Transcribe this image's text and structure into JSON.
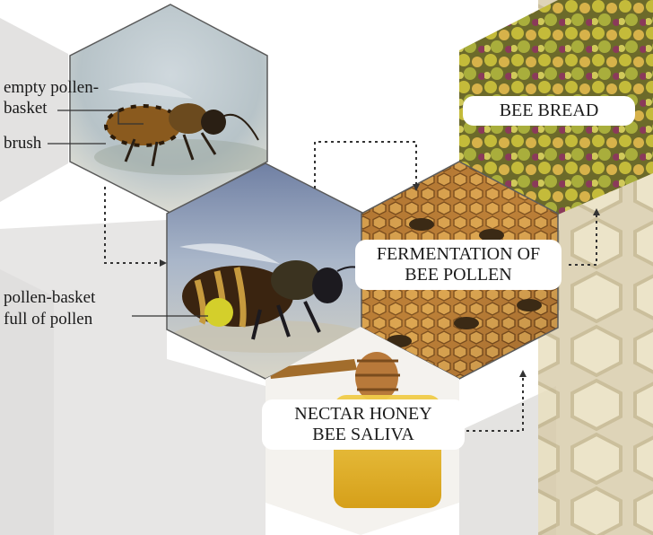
{
  "labels": {
    "empty_pollen_basket": "empty pollen-\nbasket",
    "brush": "brush",
    "pollen_basket_full": "pollen-basket\nfull of pollen"
  },
  "stages": {
    "bee_bread": "BEE BREAD",
    "fermentation": "FERMENTATION OF\nBEE POLLEN",
    "nectar": "NECTAR HONEY\nBEE SALIVA"
  },
  "colors": {
    "background_hex": "#e6e4e2",
    "honeycomb": "#d6ccaa",
    "arrow": "#333333",
    "pollen_yellow": "#c9c13a",
    "honey": "#e1b219"
  }
}
